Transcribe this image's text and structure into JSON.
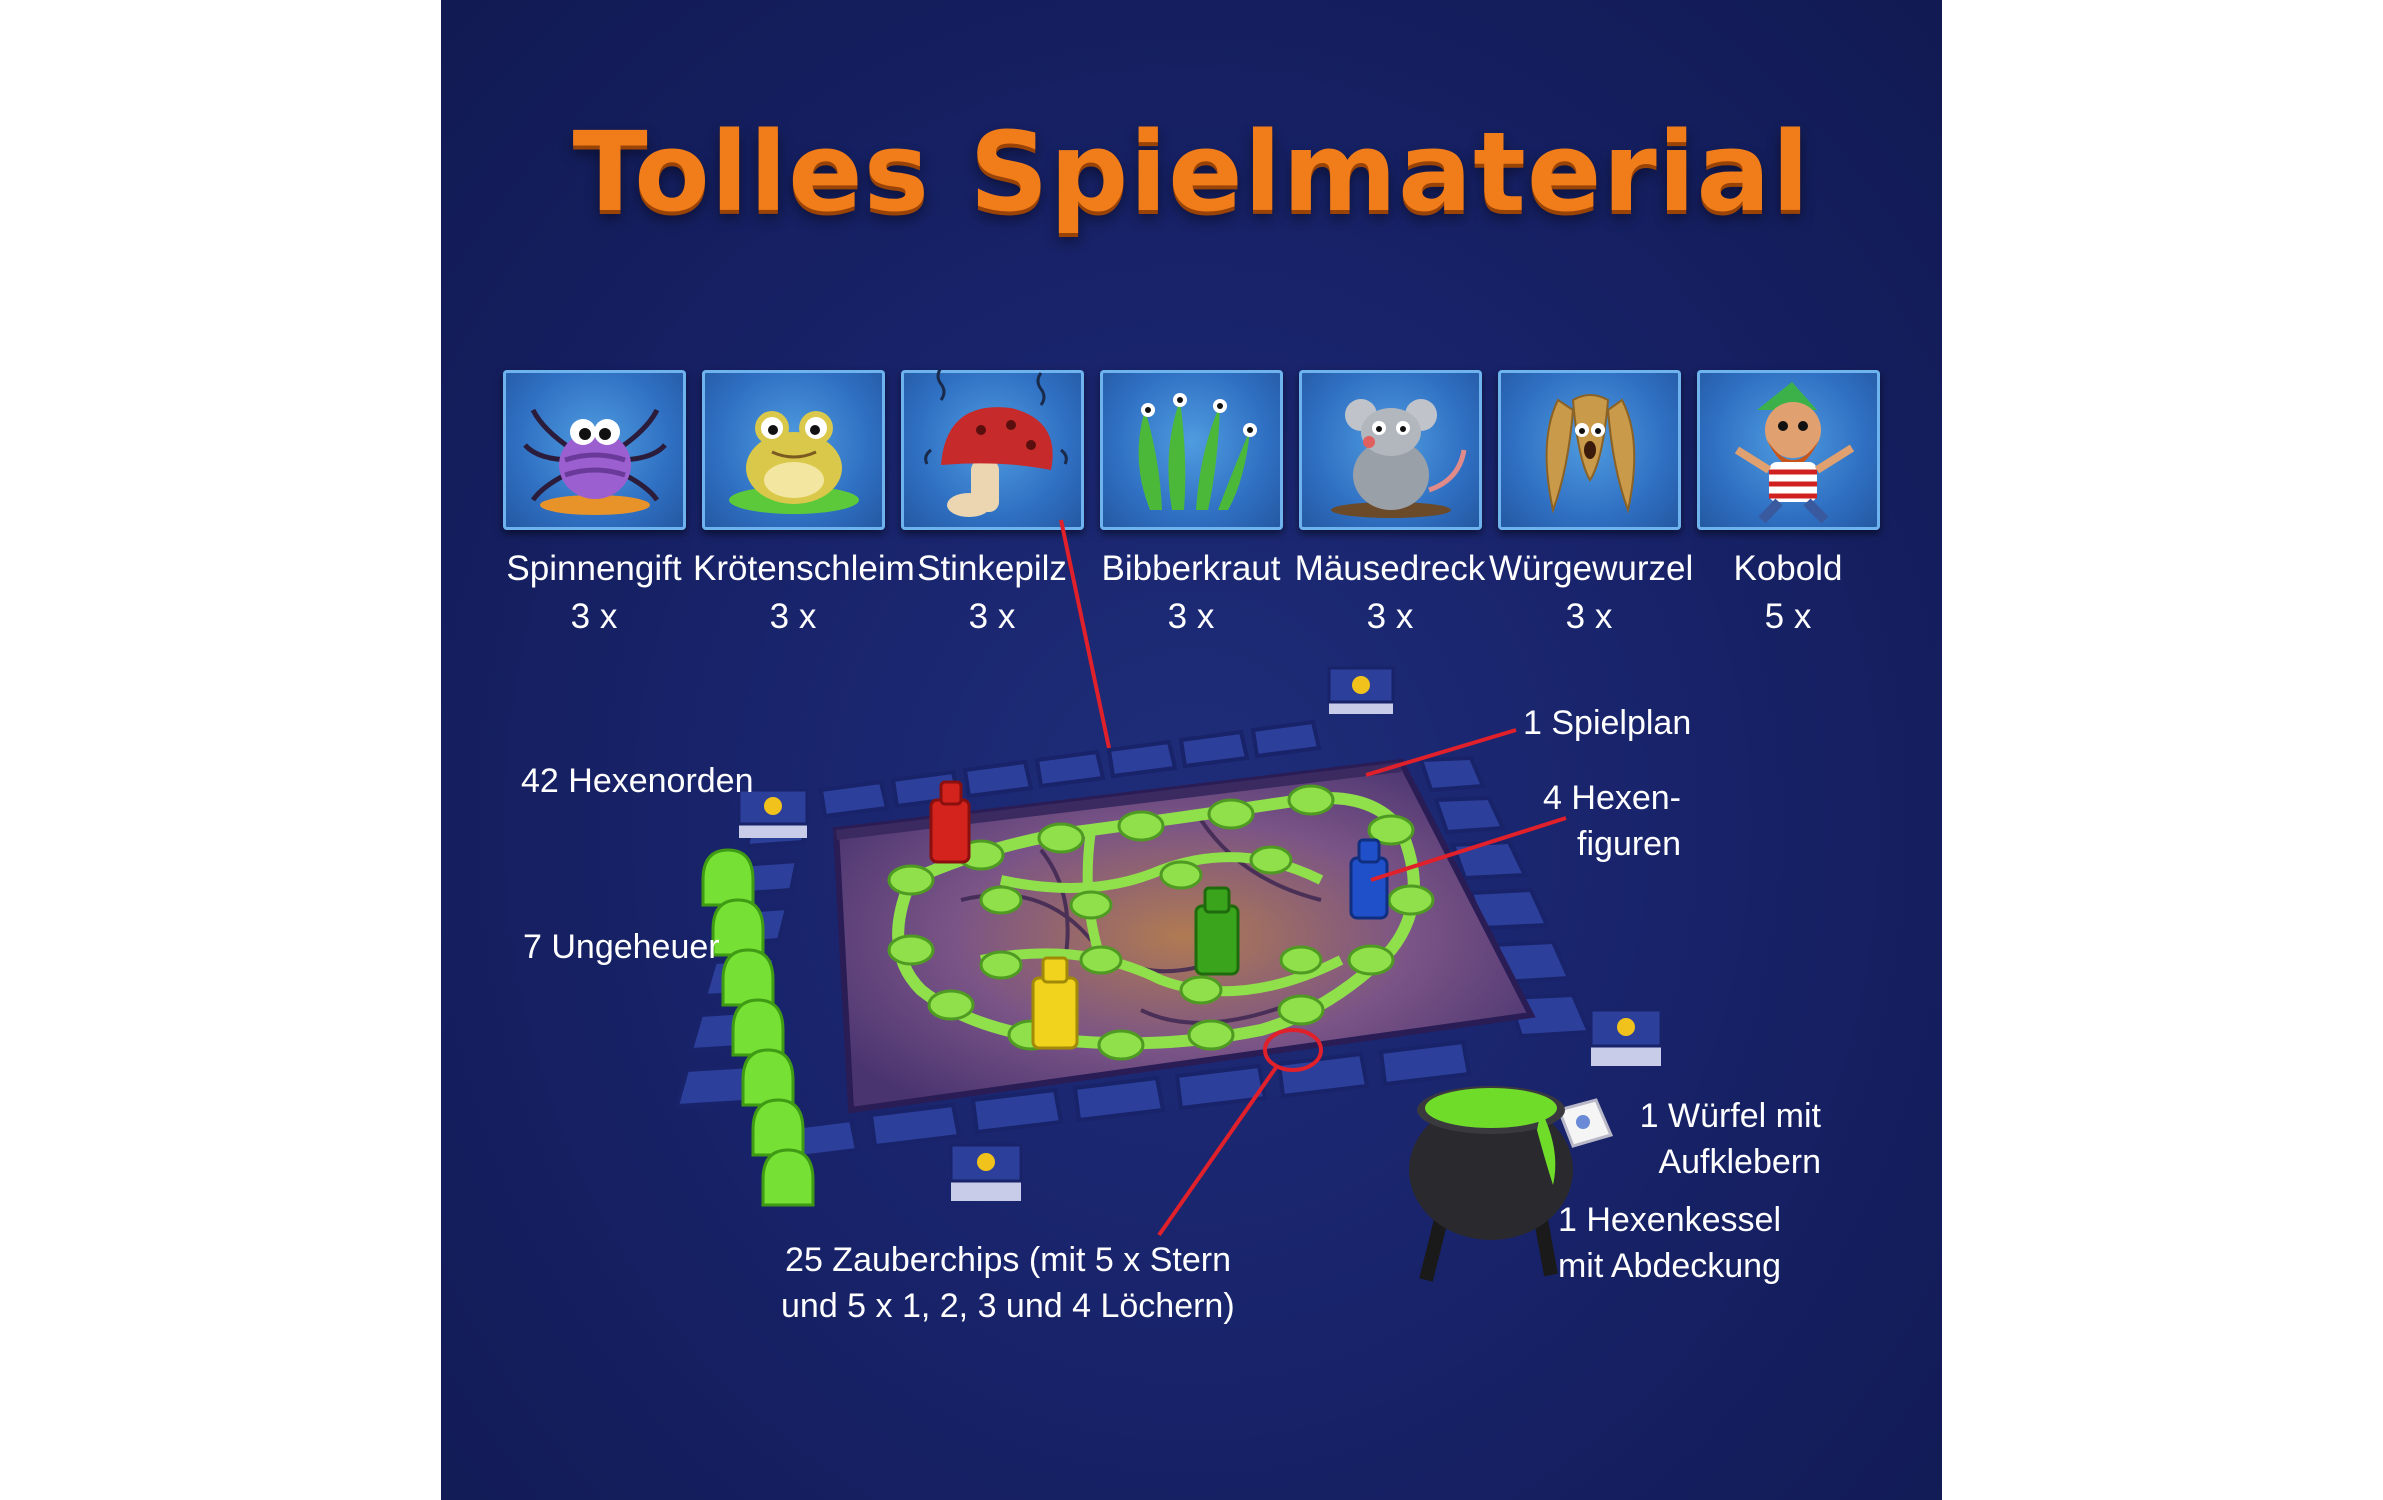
{
  "title": "Tolles Spielmaterial",
  "cards": [
    {
      "name": "Spinnengift",
      "count": "3 x",
      "icon": "spider-icon"
    },
    {
      "name": "Krötenschleim",
      "count": "3 x",
      "icon": "toad-icon"
    },
    {
      "name": "Stinkepilz",
      "count": "3 x",
      "icon": "mushroom-icon"
    },
    {
      "name": "Bibberkraut",
      "count": "3 x",
      "icon": "plant-icon"
    },
    {
      "name": "Mäusedreck",
      "count": "3 x",
      "icon": "rat-icon"
    },
    {
      "name": "Würgewurzel",
      "count": "3 x",
      "icon": "root-icon"
    },
    {
      "name": "Kobold",
      "count": "5 x",
      "icon": "goblin-icon"
    }
  ],
  "components": {
    "spielplan": "1 Spielplan",
    "hexenorden": "42 Hexenorden",
    "hexenfiguren_1": "4 Hexen-",
    "hexenfiguren_2": "figuren",
    "ungeheuer": "7 Ungeheuer",
    "wuerfel_1": "1 Würfel mit",
    "wuerfel_2": "Aufklebern",
    "kessel_1": "1 Hexenkessel",
    "kessel_2": "mit Abdeckung",
    "zauberchips_1": "25 Zauberchips (mit 5 x Stern",
    "zauberchips_2": "und 5 x 1, 2, 3 und 4 Löchern)"
  },
  "colors": {
    "background": "#18236a",
    "title": "#f07d1a",
    "pointer": "#e0202a",
    "path_green": "#8fe04a",
    "board_purple": "#5b3f82",
    "tile_blue": "#2c3f9a",
    "witch_red": "#d4221c",
    "witch_blue": "#1f4fc9",
    "witch_green": "#3aa51c",
    "witch_yellow": "#f1d21c"
  }
}
